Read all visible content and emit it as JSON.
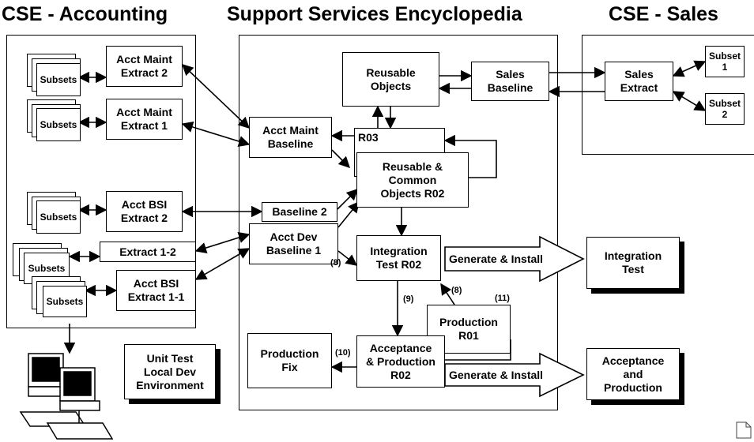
{
  "titles": {
    "accounting": "CSE - Accounting",
    "encyclopedia": "Support Services Encyclopedia",
    "sales": "CSE - Sales"
  },
  "accounting": {
    "subsets_1": "Subsets",
    "acct_maint_extract_2": "Acct Maint\nExtract 2",
    "subsets_2": "Subsets",
    "acct_maint_extract_1": "Acct Maint\nExtract 1",
    "subsets_3": "Subsets",
    "acct_bsi_extract_2": "Acct BSI\nExtract 2",
    "subsets_4": "Subsets",
    "extract_1_2": "Extract 1-2",
    "subsets_5": "Subsets",
    "acct_bsi_extract_1_1": "Acct BSI\nExtract 1-1"
  },
  "encyclopedia": {
    "reusable_objects": "Reusable\nObjects",
    "sales_baseline": "Sales\nBaseline",
    "acct_maint_baseline": "Acct Maint\nBaseline",
    "r03": "R03",
    "reusable_common_r02": "Reusable &\nCommon\nObjects R02",
    "baseline_2": "Baseline 2",
    "acct_dev_baseline_1": "Acct Dev\nBaseline 1",
    "integration_test_r02": "Integration\nTest R02",
    "production_r01": "Production\nR01",
    "production_fix": "Production\nFix",
    "acceptance_production_r02": "Acceptance\n& Production\nR02"
  },
  "sales": {
    "sales_extract": "Sales\nExtract",
    "subset_1": "Subset\n1",
    "subset_2": "Subset\n2"
  },
  "external": {
    "integration_test": "Integration\nTest",
    "acceptance_and_production": "Acceptance\nand\nProduction",
    "unit_test": "Unit Test\nLocal Dev\nEnvironment"
  },
  "arrows": {
    "generate_install_1": "Generate & Install",
    "generate_install_2": "Generate & Install"
  },
  "step_labels": {
    "s8a": "(8)",
    "s8b": "(8)",
    "s9": "(9)",
    "s10": "(10)",
    "s11": "(11)"
  },
  "icons": {
    "computer": "desktop-computers-icon",
    "corner": "document-corner-icon"
  }
}
